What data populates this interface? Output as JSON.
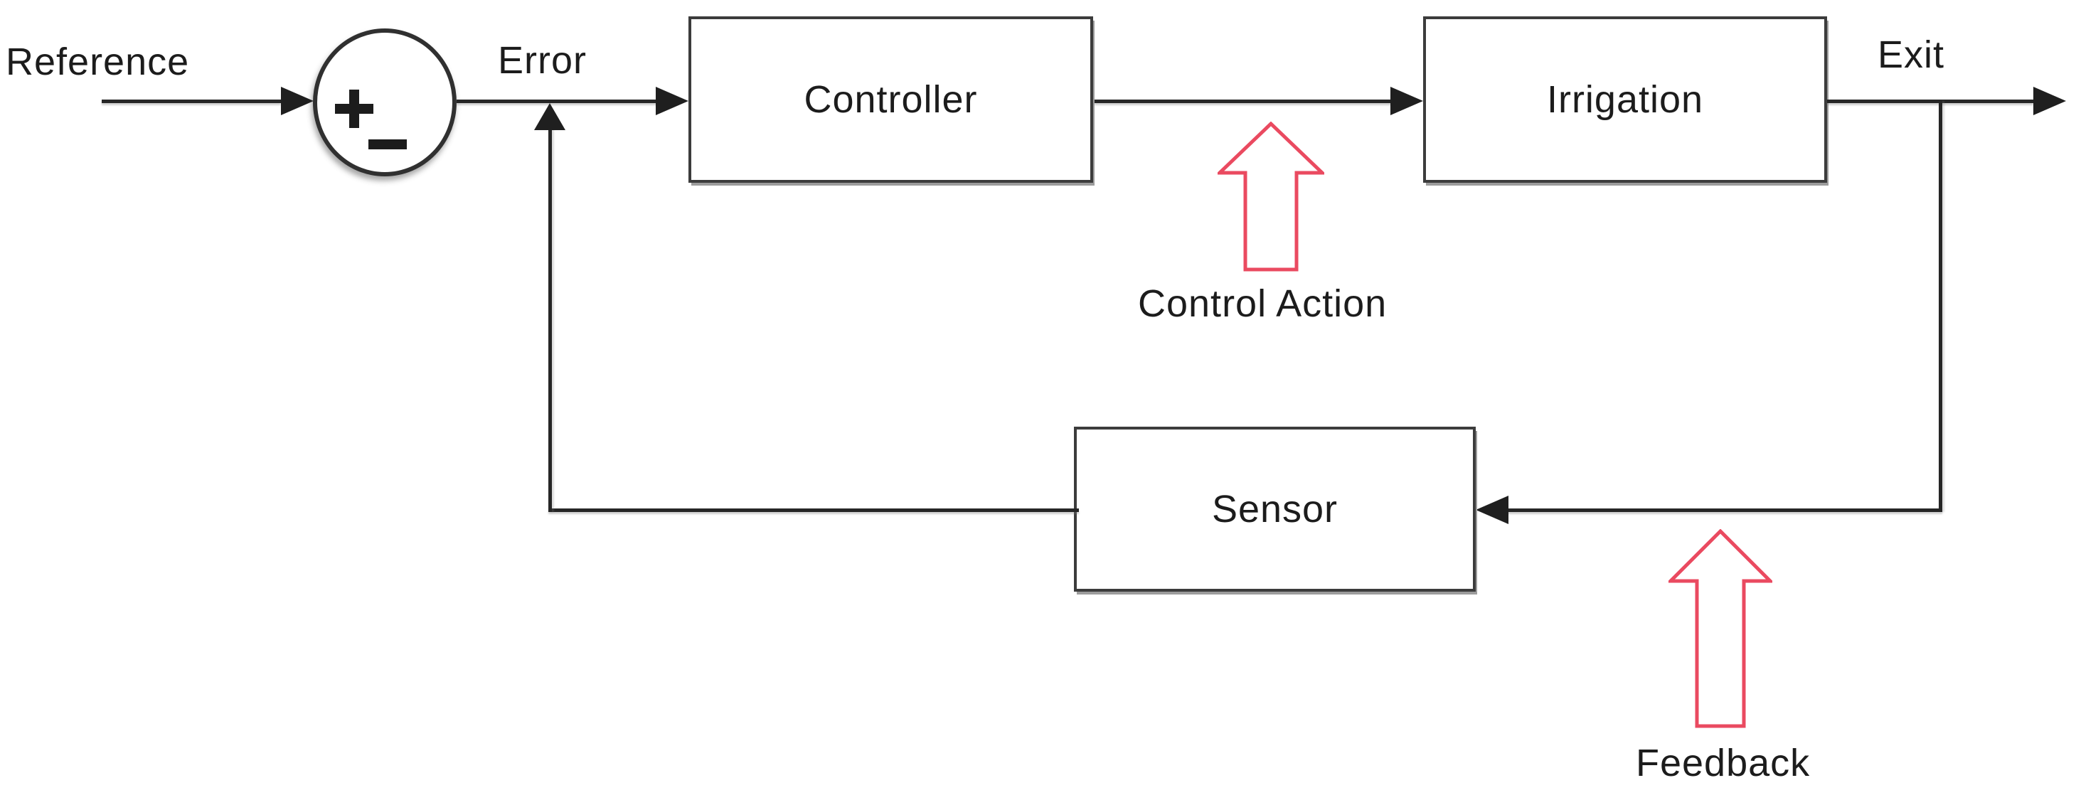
{
  "diagram": {
    "type": "feedback-control-loop-block-diagram",
    "signals": {
      "reference": "Reference",
      "error": "Error",
      "exit": "Exit"
    },
    "blocks": {
      "controller": "Controller",
      "irrigation": "Irrigation",
      "sensor": "Sensor"
    },
    "summing_junction": {
      "plus": "+",
      "minus": "−"
    },
    "annotations": {
      "control_action": "Control Action",
      "feedback": "Feedback"
    },
    "colors": {
      "line": "#262626",
      "box_border": "#3c3c3c",
      "box_shadow": "#9c9c9c",
      "annotation_arrow": "#ea4a60",
      "text": "#1c1c1c",
      "background": "#ffffff"
    }
  }
}
